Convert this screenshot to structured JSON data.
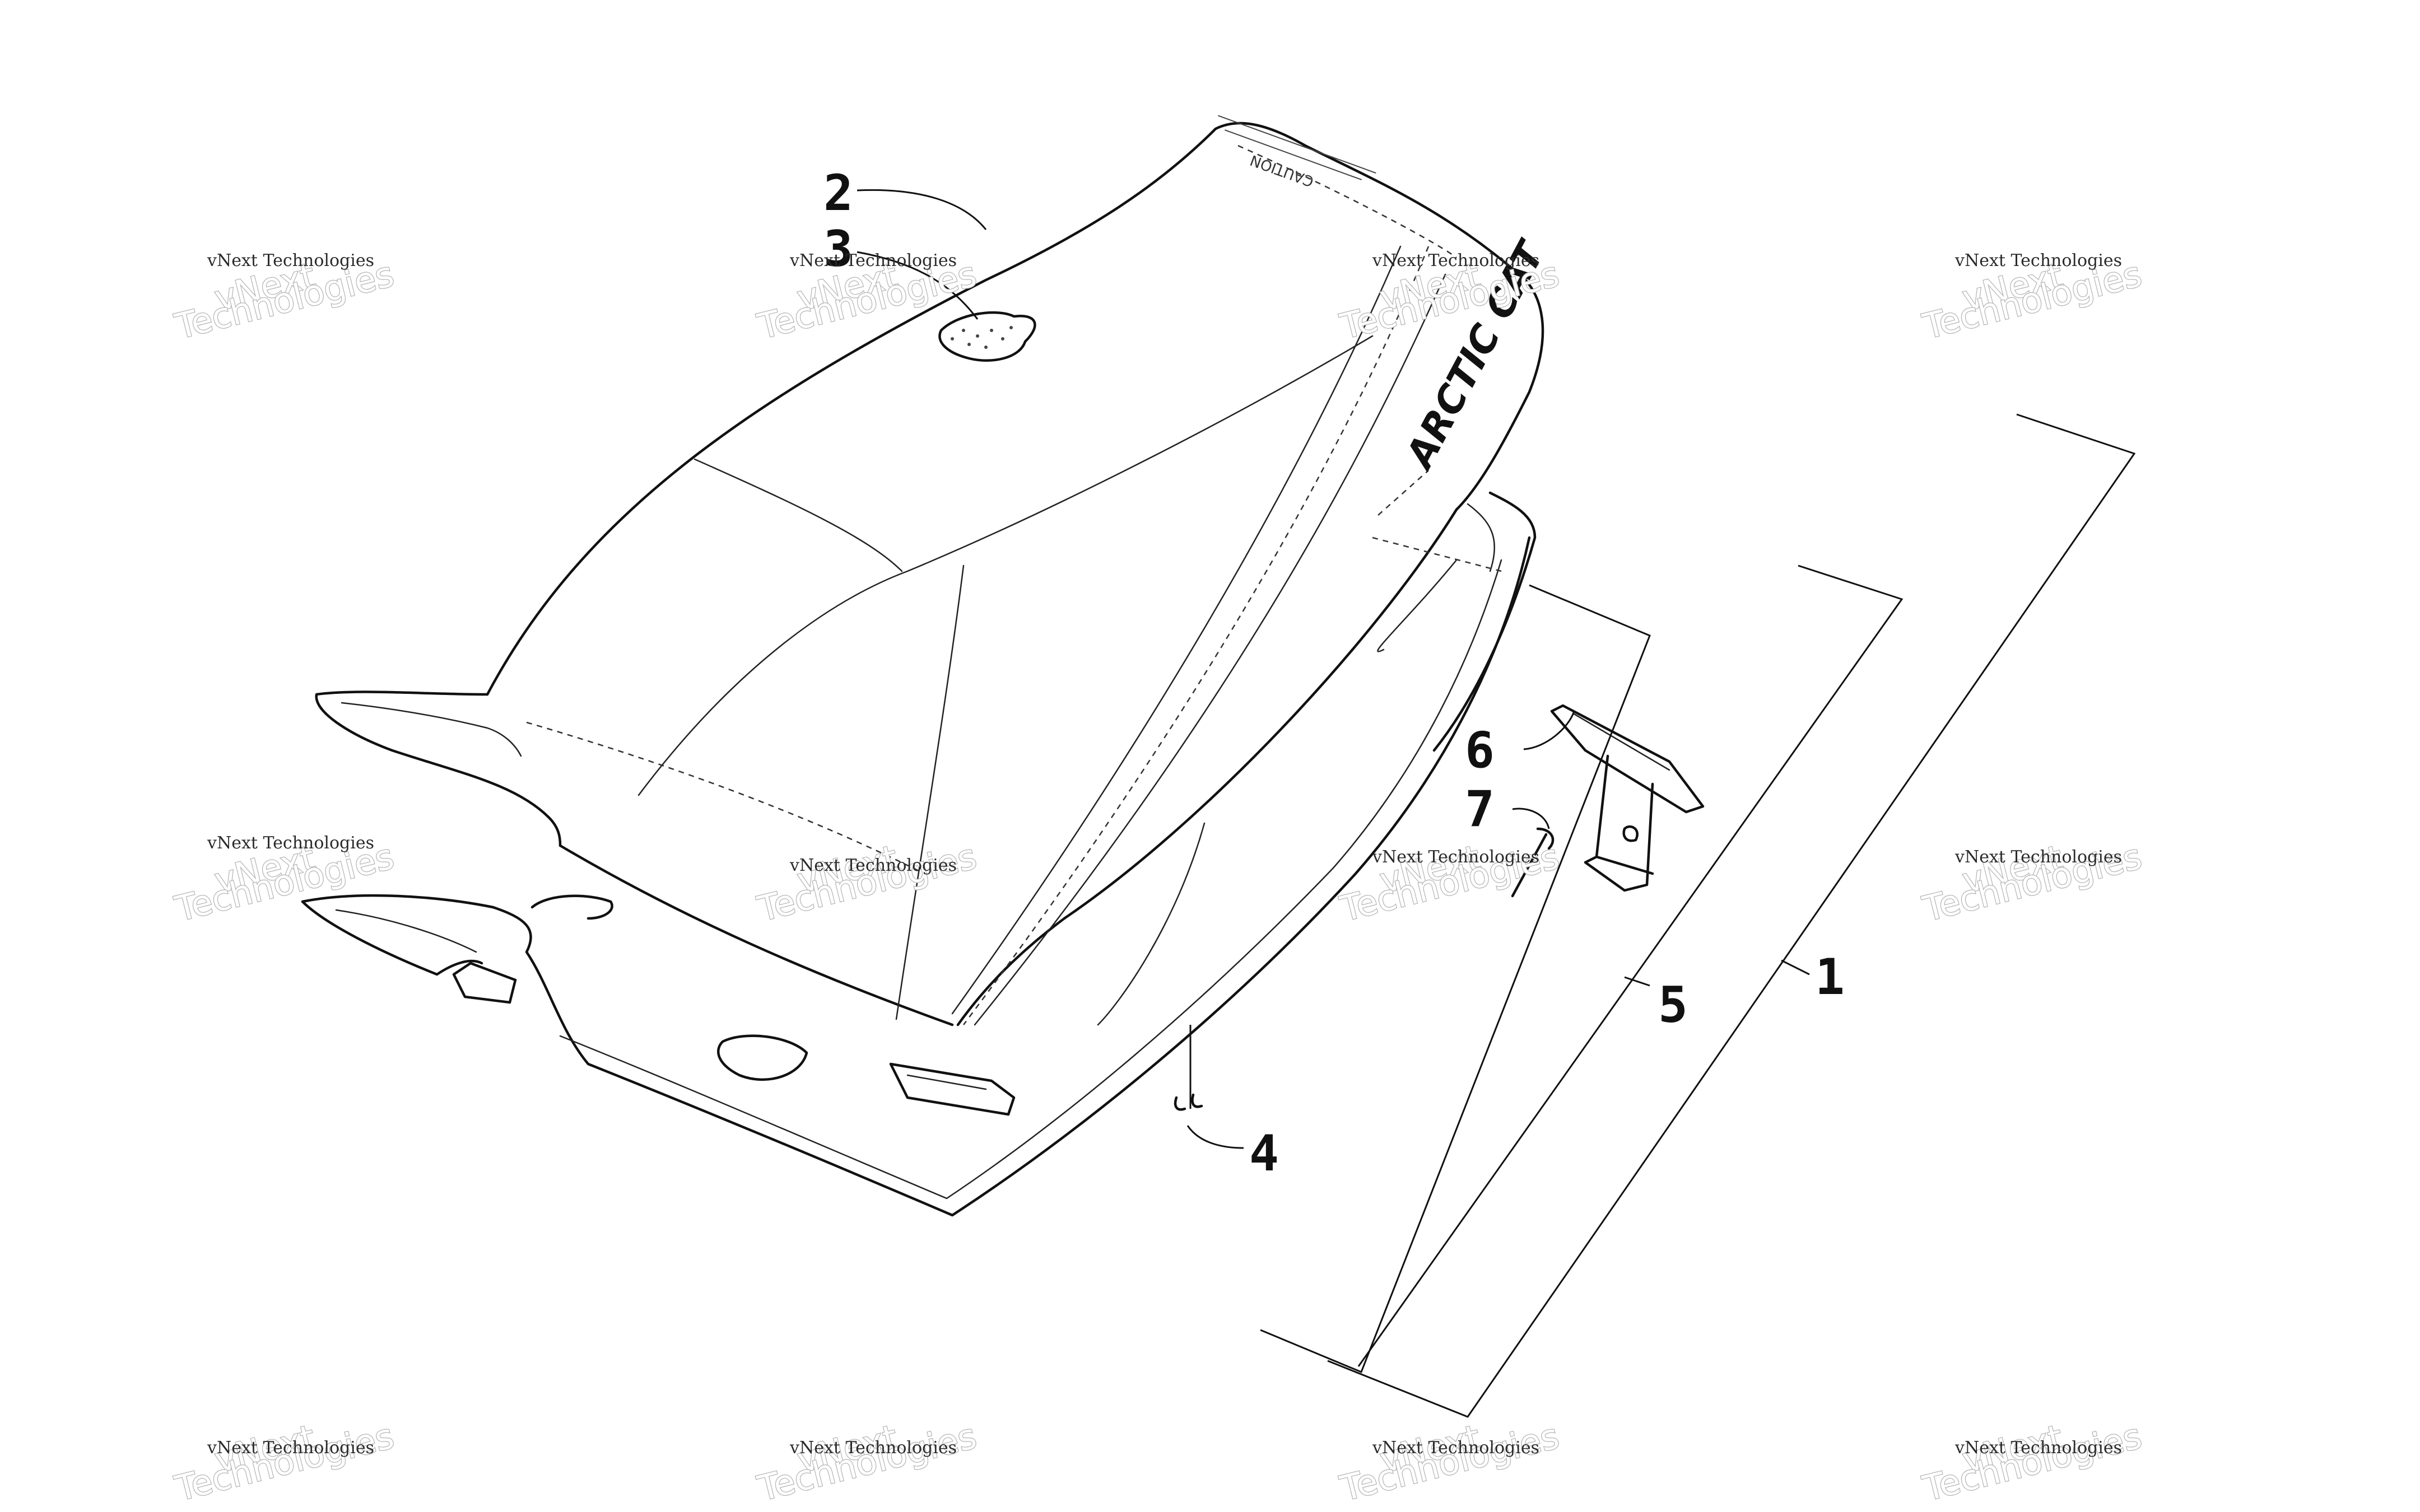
{
  "diagram": {
    "callouts": [
      {
        "id": "1",
        "label": "1"
      },
      {
        "id": "2",
        "label": "2"
      },
      {
        "id": "3",
        "label": "3"
      },
      {
        "id": "4",
        "label": "4"
      },
      {
        "id": "5",
        "label": "5"
      },
      {
        "id": "6",
        "label": "6"
      },
      {
        "id": "7",
        "label": "7"
      }
    ],
    "seat_brand_text": "ARCTIC CAT",
    "caution_label_text": "CAUTION"
  },
  "watermark": {
    "small": "vNext Technologies",
    "big_line1": "vNext",
    "big_line2": "Technologies"
  },
  "colors": {
    "line": "#111111",
    "background": "#ffffff",
    "watermark_outline": "#b5b5b5"
  }
}
